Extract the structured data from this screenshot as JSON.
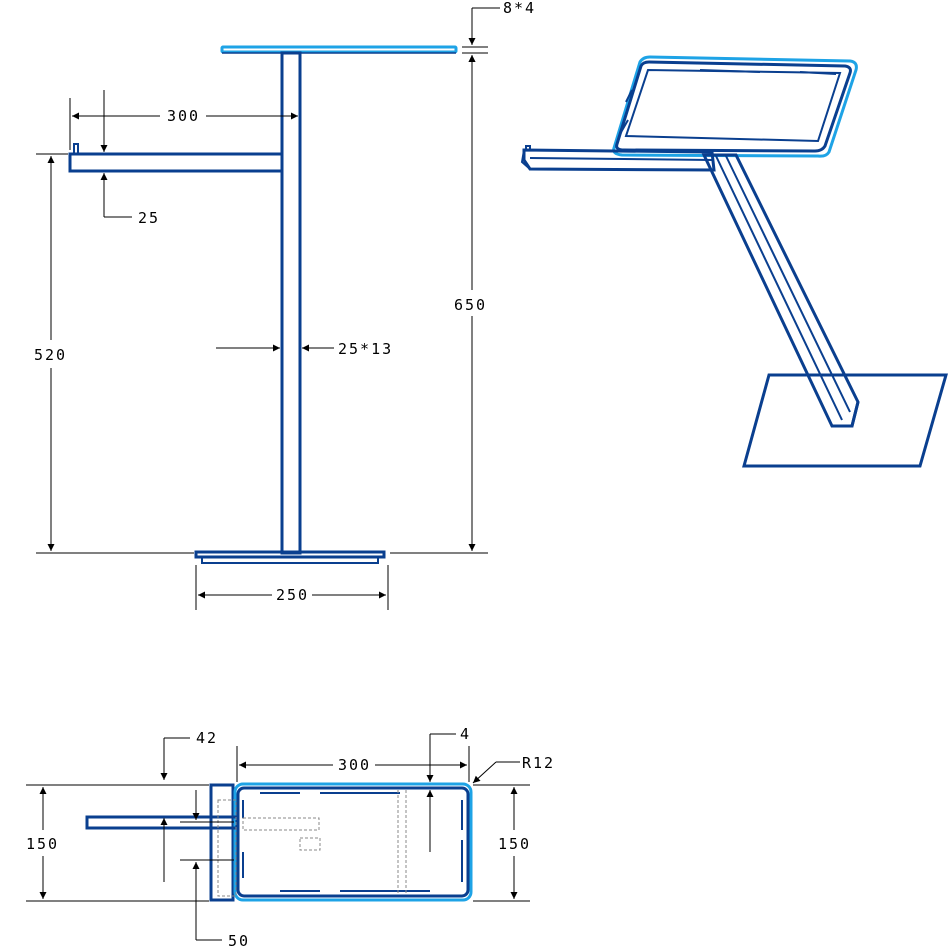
{
  "dimensions": {
    "plate": "8*4",
    "arm_length": "300",
    "arm_height": "25",
    "tube": "25*13",
    "arm_elevation": "520",
    "total_height": "650",
    "base_width": "250",
    "top_offset": "42",
    "top_length": "300",
    "gap": "4",
    "radius": "R12",
    "depth_left": "150",
    "depth_right": "150",
    "arm_offset": "50"
  },
  "colors": {
    "outline": "#0a3f8f",
    "highlight": "#1ea3e6",
    "dimension": "#000000"
  }
}
